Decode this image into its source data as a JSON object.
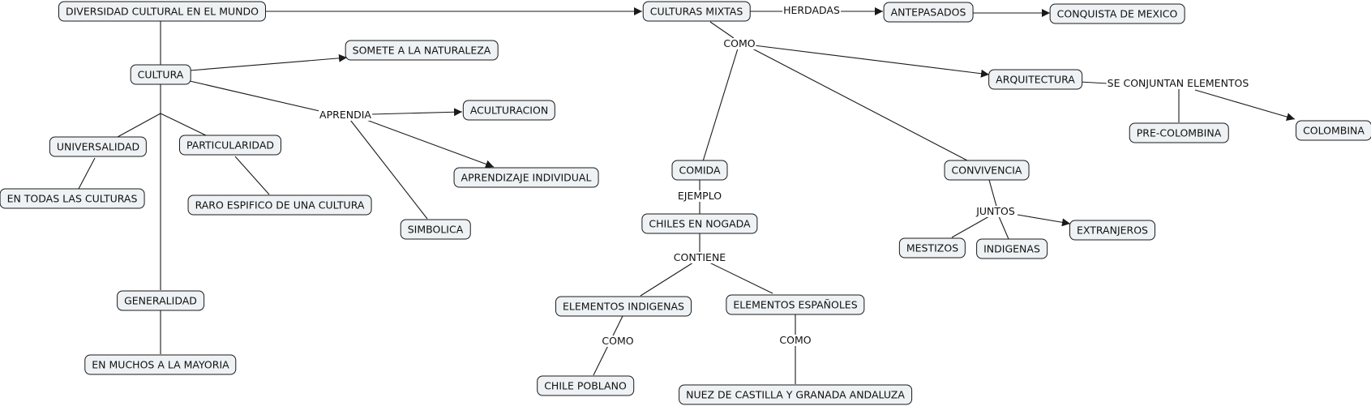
{
  "concept_map": {
    "nodes": {
      "diversidad": "DIVERSIDAD CULTURAL EN EL MUNDO",
      "cultura": "CULTURA",
      "somete": "SOMETE A LA NATURALEZA",
      "aculturacion": "ACULTURACION",
      "aprendizaje": "APRENDIZAJE INDIVIDUAL",
      "simbolica": "SIMBOLICA",
      "universalidad": "UNIVERSALIDAD",
      "particularidad": "PARTICULARIDAD",
      "todas": "EN TODAS LAS CULTURAS",
      "raro": "RARO ESPIFICO DE UNA CULTURA",
      "generalidad": "GENERALIDAD",
      "muchos": "EN MUCHOS A LA MAYORIA",
      "mixtas": "CULTURAS MIXTAS",
      "antepasados": "ANTEPASADOS",
      "conquista": "CONQUISTA DE MEXICO",
      "arquitectura": "ARQUITECTURA",
      "precolombina": "PRE-COLOMBINA",
      "colombina": "COLOMBINA",
      "comida": "COMIDA",
      "chiles": "CHILES EN NOGADA",
      "indigenas_el": "ELEMENTOS INDIGENAS",
      "espanoles_el": "ELEMENTOS ESPAÑOLES",
      "poblano": "CHILE POBLANO",
      "nuez": "NUEZ DE CASTILLA Y GRANADA ANDALUZA",
      "convivencia": "CONVIVENCIA",
      "mestizos": "MESTIZOS",
      "indigenas": "INDIGENAS",
      "extranjeros": "EXTRANJEROS"
    },
    "link_labels": {
      "aprendia": "APRENDIA",
      "herdadas": "HERDADAS",
      "como_main": "COMO",
      "se_conjuntan": "SE CONJUNTAN ELEMENTOS",
      "ejemplo": "EJEMPLO",
      "contiene": "CONTIENE",
      "como_ind": "COMO",
      "como_esp": "COMO",
      "juntos": "JUNTOS"
    },
    "colors": {
      "node_fill": "#eef2f4",
      "node_border": "#1a1a1a",
      "line": "#1a1a1a",
      "background": "#ffffff"
    }
  }
}
